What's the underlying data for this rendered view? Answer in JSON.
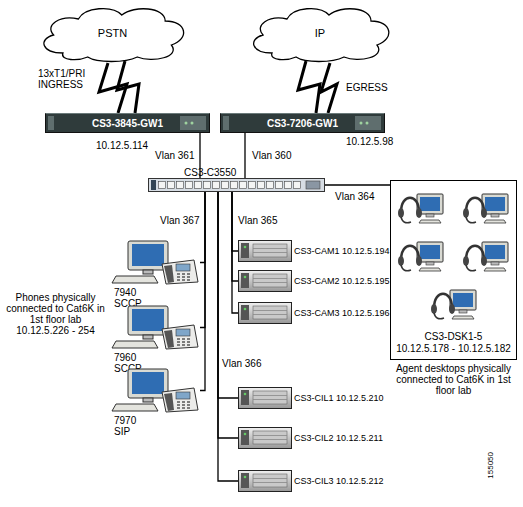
{
  "diagram": {
    "nodes": [
      {
        "text": [
          "PSTN"
        ]
      },
      {
        "text": [
          "IP"
        ]
      },
      {
        "text": [
          "CS3-3845-GW1",
          "10.12.5.114"
        ]
      },
      {
        "text": [
          "CS3-7206-GW1",
          "10.12.5.98"
        ]
      },
      {
        "text": [
          "CS3-C3550"
        ]
      },
      {
        "text": [
          "7940 SCCP"
        ]
      },
      {
        "text": [
          "7960 SCCP"
        ]
      },
      {
        "text": [
          "7970 SIP"
        ]
      },
      {
        "text": [
          "CS3-CAM1 10.12.5.194"
        ]
      },
      {
        "text": [
          "CS3-CAM2 10.12.5.195"
        ]
      },
      {
        "text": [
          "CS3-CAM3 10.12.5.196"
        ]
      },
      {
        "text": [
          "CS3-CIL1 10.12.5.210"
        ]
      },
      {
        "text": [
          "CS3-CIL2 10.12.5.211"
        ]
      },
      {
        "text": [
          "CS3-CIL3 10.12.5.212"
        ]
      },
      {
        "text": [
          "CS3-DSK1-5",
          "10.12.5.178 - 10.12.5.182",
          "Agent desktops physically connected to Cat6K in 1st floor lab"
        ]
      }
    ],
    "edges": [
      {
        "from": 0,
        "to": 2,
        "label": "13xT1/PRI INGRESS",
        "arrow": "none"
      },
      {
        "from": 1,
        "to": 3,
        "label": "EGRESS",
        "arrow": "none"
      },
      {
        "from": 2,
        "to": 4,
        "label": "Vlan 361",
        "arrow": "none"
      },
      {
        "from": 3,
        "to": 4,
        "label": "Vlan 360",
        "arrow": "none"
      },
      {
        "from": 4,
        "to": 14,
        "label": "Vlan 364",
        "arrow": "none"
      },
      {
        "from": 4,
        "to": 5,
        "label": "Vlan 367",
        "arrow": "none"
      },
      {
        "from": 4,
        "to": 6,
        "arrow": "none"
      },
      {
        "from": 4,
        "to": 7,
        "arrow": "none"
      },
      {
        "from": 4,
        "to": 8,
        "label": "Vlan 365",
        "arrow": "none"
      },
      {
        "from": 4,
        "to": 9,
        "arrow": "none"
      },
      {
        "from": 4,
        "to": 10,
        "arrow": "none"
      },
      {
        "from": 4,
        "to": 11,
        "label": "Vlan 366",
        "arrow": "none"
      },
      {
        "from": 4,
        "to": 12,
        "arrow": "none"
      },
      {
        "from": 4,
        "to": 13,
        "arrow": "none"
      }
    ],
    "labels": [
      "Phones physically connected to Cat6K in 1st floor lab 10.12.5.226 - 254",
      "155050"
    ]
  }
}
